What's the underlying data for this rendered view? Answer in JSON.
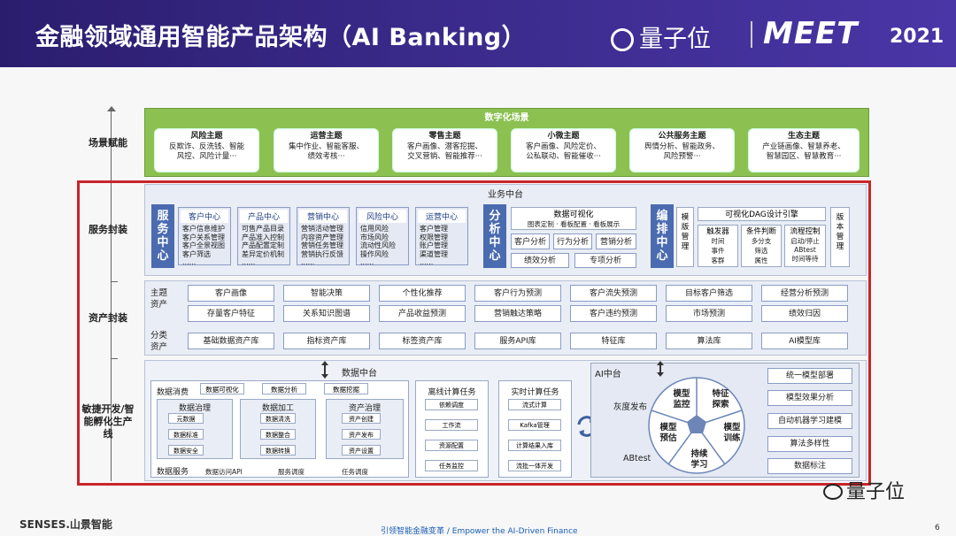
{
  "header": {
    "title": "金融领域通用智能产品架构（AI Banking）",
    "logo": "量子位",
    "meet": "MEET",
    "year": "2021"
  },
  "side_labels": {
    "scene": "场景赋能",
    "service": "服务封装",
    "asset": "资产封装",
    "dev": "敏捷开发/智能孵化生产线"
  },
  "scene": {
    "title": "数字化场景",
    "boxes": [
      {
        "title": "风险主题",
        "l1": "反欺诈、反洗钱、智能",
        "l2": "风控、风险计量···"
      },
      {
        "title": "运营主题",
        "l1": "集中作业、智能客服、",
        "l2": "绩效考核···"
      },
      {
        "title": "零售主题",
        "l1": "客户画像、潜客挖掘、",
        "l2": "交叉营销、智能推荐···"
      },
      {
        "title": "小微主题",
        "l1": "客户画像、风险定价、",
        "l2": "公私联动、智能催收···"
      },
      {
        "title": "公共服务主题",
        "l1": "舆情分析、智能政务、",
        "l2": "风险预警···"
      },
      {
        "title": "生态主题",
        "l1": "产业链画像、智慧养老、",
        "l2": "智慧园区、智慧教育···"
      }
    ]
  },
  "service": {
    "title": "业务中台",
    "svc_center": "服务中心",
    "centers": [
      {
        "title": "客户中心",
        "items": [
          "客户信息维护",
          "客户关系管理",
          "客户全景视图",
          "客户筛选",
          "......"
        ]
      },
      {
        "title": "产品中心",
        "items": [
          "可售产品目录",
          "产品准入控制",
          "产品配置定制",
          "差异定价机制",
          "......"
        ]
      },
      {
        "title": "营销中心",
        "items": [
          "营销活动管理",
          "内容资产管理",
          "营销任务管理",
          "营销执行反馈",
          "......"
        ]
      },
      {
        "title": "风险中心",
        "items": [
          "信用风险",
          "市场风险",
          "流动性风险",
          "操作风险",
          "......"
        ]
      },
      {
        "title": "运营中心",
        "items": [
          "客户管理",
          "权限管理",
          "账户管理",
          "渠道管理",
          "......"
        ]
      }
    ],
    "analysis_center": "分析中心",
    "viz": {
      "title": "数据可视化",
      "items": [
        "图表定制",
        "看板配置",
        "看板展示"
      ]
    },
    "analysis_items": [
      "客户分析",
      "行为分析",
      "营销分析",
      "绩效分析",
      "专项分析"
    ],
    "orch_center": "编排中心",
    "template_mgmt": "模版管理",
    "version_mgmt": "版本管理",
    "dag": "可视化DAG设计引擎",
    "dag_cols": [
      {
        "title": "触发器",
        "items": [
          "时间",
          "事件",
          "客群"
        ]
      },
      {
        "title": "条件判断",
        "items": [
          "多分支",
          "筛选",
          "属性"
        ]
      },
      {
        "title": "流程控制",
        "items": [
          "启动/停止",
          "ABtest",
          "时间等待"
        ]
      }
    ]
  },
  "asset": {
    "topic_label": "主题资产",
    "topic_row1": [
      "客户画像",
      "智能决策",
      "个性化推荐",
      "客户行为预测",
      "客户流失预测",
      "目标客户筛选",
      "经营分析预测"
    ],
    "topic_row2": [
      "存量客户特征",
      "关系知识图谱",
      "产品收益预测",
      "营销触达策略",
      "客户违约预测",
      "市场预测",
      "绩效归因"
    ],
    "class_label": "分类资产",
    "class_row": [
      "基础数据资产库",
      "指标资产库",
      "标签资产库",
      "服务API库",
      "特征库",
      "算法库",
      "AI模型库"
    ]
  },
  "data_platform": {
    "title": "数据中台",
    "consume_label": "数据消费",
    "consume_items": [
      "数据可视化",
      "数据分析",
      "数据挖掘"
    ],
    "govern": {
      "title": "数据治理",
      "items": [
        "元数据",
        "数据标准",
        "数据安全"
      ]
    },
    "process": {
      "title": "数据加工",
      "items": [
        "数据清洗",
        "数据整合",
        "数据转换"
      ]
    },
    "asset_gov": {
      "title": "资产治理",
      "items": [
        "资产创建",
        "资产发布",
        "资产设置"
      ]
    },
    "service_label": "数据服务",
    "service_items": [
      "数据访问API",
      "服务调度",
      "任务调度"
    ],
    "offline": {
      "title": "离线计算任务",
      "items": [
        "依赖调度",
        "工作流",
        "资源配置",
        "任务监控"
      ]
    },
    "realtime": {
      "title": "实时计算任务",
      "items": [
        "流式计算",
        "Kafka管理",
        "计算结果入库",
        "流批一体开发"
      ]
    }
  },
  "ai_platform": {
    "title": "AI中台",
    "wheel": [
      "模型监控",
      "特征探索",
      "模型训练",
      "持续学习",
      "模型预估"
    ],
    "gray_release": "灰度发布",
    "abtest": "ABtest",
    "right_items": [
      "统一模型部署",
      "模型效果分析",
      "自动机器学习建模",
      "算法多样性",
      "数据标注"
    ]
  },
  "footer": {
    "brand": "SENSES.山景智能",
    "slogan": "引领智能金融变革 / Empower the AI-Driven Finance",
    "page": "6",
    "watermark": "量子位"
  }
}
